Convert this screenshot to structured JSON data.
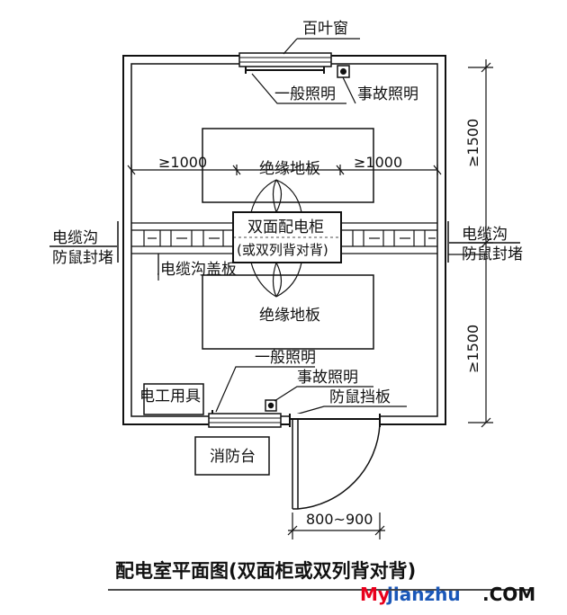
{
  "labels": {
    "louver": "百叶窗",
    "general_light_top": "一般照明",
    "emergency_light_top": "事故照明",
    "clearance_left": "≥1000",
    "clearance_right": "≥1000",
    "insulated_floor_top": "绝缘地板",
    "cabinet_line1": "双面配电柜",
    "cabinet_line2": "(或双列背对背)",
    "cable_trench_left_1": "电缆沟",
    "cable_trench_left_2": "防鼠封堵",
    "cable_trench_right_1": "电缆沟",
    "cable_trench_right_2": "防鼠封堵",
    "trench_cover": "电缆沟盖板",
    "insulated_floor_bottom": "绝缘地板",
    "general_light_bottom": "一般照明",
    "emergency_light_bottom": "事故照明",
    "electrician_tools": "电工用具",
    "rodent_board": "防鼠挡板",
    "fire_station": "消防台",
    "door_width": "800~900",
    "dim_top": "≥1500",
    "dim_bottom": "≥1500"
  },
  "title": "配电室平面图(双面柜或双列背对背)",
  "watermark": {
    "part1": "My",
    "part2": "jianzhu",
    "part3": ".COM",
    "color_red": "#e8001c",
    "color_blue": "#1a57b8"
  }
}
